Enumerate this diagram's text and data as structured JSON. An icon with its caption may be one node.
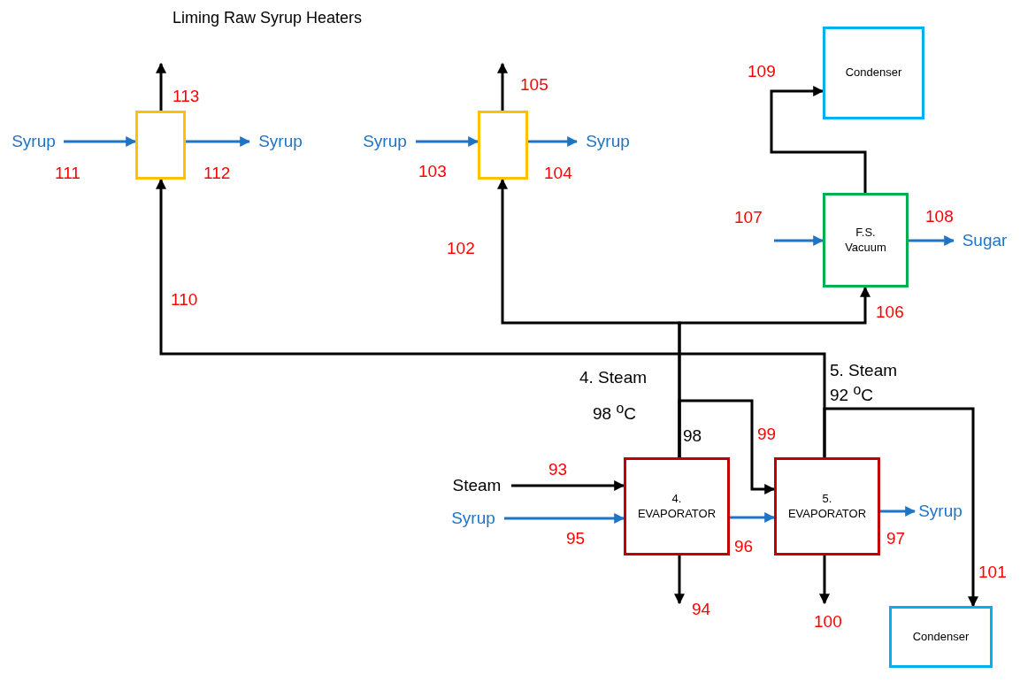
{
  "diagram": {
    "title": "Liming Raw Syrup Heaters",
    "nodes": [
      {
        "text": [
          "Syrup"
        ]
      },
      {
        "text": [],
        "shape": "box"
      },
      {
        "text": [
          "Syrup"
        ]
      },
      {
        "text": [
          "Syrup"
        ]
      },
      {
        "text": [],
        "shape": "box"
      },
      {
        "text": [
          "Syrup"
        ]
      },
      {
        "text": [
          "Condenser"
        ]
      },
      {
        "text": [
          "F.S. Vacuum"
        ]
      },
      {
        "text": [
          "Sugar"
        ]
      },
      {
        "text": [
          "Steam"
        ]
      },
      {
        "text": [
          "Syrup"
        ]
      },
      {
        "text": [
          "4. EVAPORATOR"
        ]
      },
      {
        "text": [
          "5. EVAPORATOR"
        ]
      },
      {
        "text": [
          "Syrup"
        ]
      },
      {
        "text": [
          "Condenser"
        ]
      }
    ],
    "edges": [
      {
        "from": 0,
        "to": 1,
        "arrow": "to",
        "label": "111",
        "color": "#1f74c6"
      },
      {
        "from": 1,
        "to": 2,
        "arrow": "to",
        "label": "112",
        "color": "#1f74c6"
      },
      {
        "from": 1,
        "to": null,
        "arrow": "to",
        "label": "113"
      },
      {
        "from": 3,
        "to": 4,
        "arrow": "to",
        "label": "103",
        "color": "#1f74c6"
      },
      {
        "from": 4,
        "to": 5,
        "arrow": "to",
        "label": "104",
        "color": "#1f74c6"
      },
      {
        "from": 4,
        "to": null,
        "arrow": "to",
        "label": "105"
      },
      {
        "from": 7,
        "to": 6,
        "arrow": "to",
        "label": "109"
      },
      {
        "from": null,
        "to": 7,
        "arrow": "to",
        "label": "107",
        "color": "#1f74c6"
      },
      {
        "from": 7,
        "to": 8,
        "arrow": "to",
        "label": "108",
        "color": "#1f74c6"
      },
      {
        "from": 11,
        "to": 4,
        "arrow": "to",
        "label": "102"
      },
      {
        "from": 11,
        "to": 7,
        "arrow": "to",
        "label": "106"
      },
      {
        "from": 11,
        "to": 12,
        "arrow": "to",
        "label": "99"
      },
      {
        "from": 12,
        "to": 1,
        "arrow": "to",
        "label": "110"
      },
      {
        "from": 12,
        "to": 14,
        "arrow": "to",
        "label": "101"
      },
      {
        "from": 9,
        "to": 11,
        "arrow": "to",
        "label": "93"
      },
      {
        "from": 10,
        "to": 11,
        "arrow": "to",
        "label": "95",
        "color": "#1f74c6"
      },
      {
        "from": 11,
        "to": 12,
        "arrow": "to",
        "label": "96",
        "color": "#1f74c6"
      },
      {
        "from": 12,
        "to": 13,
        "arrow": "to",
        "label": "97",
        "color": "#1f74c6"
      },
      {
        "from": 11,
        "to": null,
        "arrow": "to",
        "label": "94"
      },
      {
        "from": 12,
        "to": null,
        "arrow": "to",
        "label": "100"
      }
    ],
    "labels": [
      "98",
      "4. Steam",
      "98 $^{o}$C",
      "5. Steam",
      "92 $^{o}$C"
    ]
  }
}
